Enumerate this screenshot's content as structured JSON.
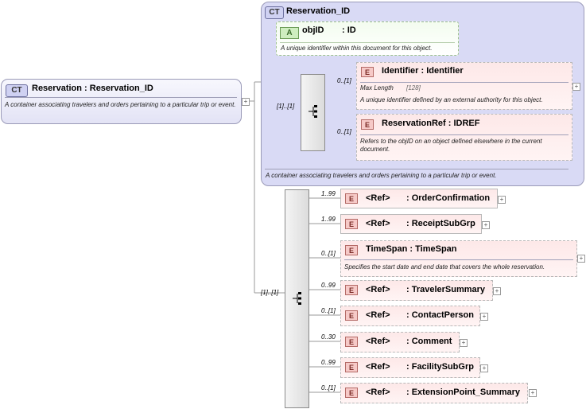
{
  "root": {
    "badge": "CT",
    "title": "Reservation : Reservation_ID",
    "description": "A container associating travelers and orders pertaining to a particular trip or event."
  },
  "reservation_id_type": {
    "badge": "CT",
    "title": "Reservation_ID",
    "description": "A container associating travelers and orders pertaining to a particular trip or event."
  },
  "objid_attr": {
    "badge": "A",
    "name": "objID",
    "type": ": ID",
    "description": "A unique identifier within this document for this object."
  },
  "inner_sequence": {
    "multiplicity": "[1]..[1]"
  },
  "identifier": {
    "badge": "E",
    "title": "Identifier : Identifier",
    "multiplicity": "0..[1]",
    "facet_label": "Max Length",
    "facet_value": "[128]",
    "description": "A unique identifier defined by an external authority for this object."
  },
  "reservation_ref": {
    "badge": "E",
    "title": "ReservationRef : IDREF",
    "multiplicity": "0..[1]",
    "description": "Refers to the objID on an object defined elsewhere in the current document."
  },
  "outer_sequence": {
    "multiplicity": "[1]..[1]"
  },
  "children": [
    {
      "badge": "E",
      "ref": "<Ref>",
      "name": ": OrderConfirmation",
      "multiplicity": "1..99"
    },
    {
      "badge": "E",
      "ref": "<Ref>",
      "name": ": ReceiptSubGrp",
      "multiplicity": "1..99"
    },
    {
      "badge": "E",
      "title": "TimeSpan : TimeSpan",
      "multiplicity": "0..[1]",
      "description": "Specifies the start date and end date that covers the whole reservation."
    },
    {
      "badge": "E",
      "ref": "<Ref>",
      "name": ": TravelerSummary",
      "multiplicity": "0..99"
    },
    {
      "badge": "E",
      "ref": "<Ref>",
      "name": ": ContactPerson",
      "multiplicity": "0..[1]"
    },
    {
      "badge": "E",
      "ref": "<Ref>",
      "name": ": Comment",
      "multiplicity": "0..30"
    },
    {
      "badge": "E",
      "ref": "<Ref>",
      "name": ": FacilitySubGrp",
      "multiplicity": "0..99"
    },
    {
      "badge": "E",
      "ref": "<Ref>",
      "name": ": ExtensionPoint_Summary",
      "multiplicity": "0..[1]"
    }
  ],
  "icons": {
    "plus": "+",
    "expand": "expand-icon",
    "sequence": "sequence-compositor-icon"
  }
}
